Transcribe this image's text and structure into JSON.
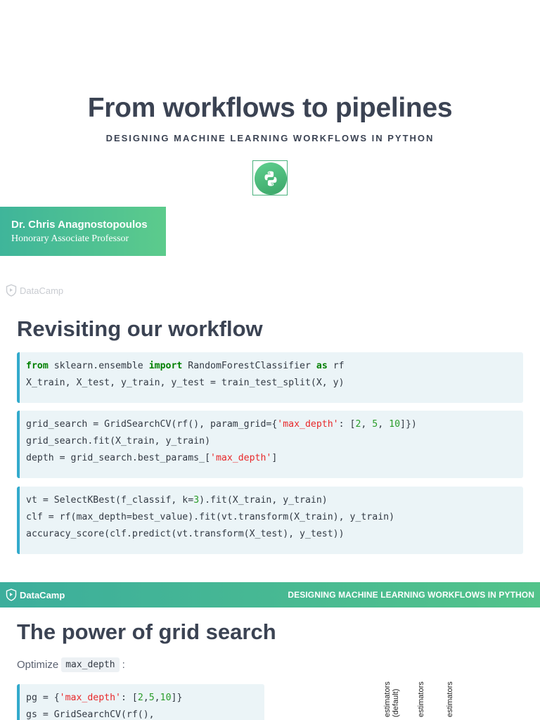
{
  "slide1": {
    "title": "From workflows to pipelines",
    "subtitle": "DESIGNING MACHINE LEARNING WORKFLOWS IN PYTHON",
    "author_name": "Dr. Chris Anagnostopoulos",
    "author_role": "Honorary Associate Professor",
    "logo_text": "DataCamp"
  },
  "slide2": {
    "title": "Revisiting our workflow",
    "code1": {
      "line1": {
        "kw1": "from",
        "t1": " sklearn.ensemble ",
        "kw2": "import",
        "t2": " RandomForestClassifier ",
        "kw3": "as",
        "t3": " rf"
      },
      "line2": "X_train, X_test, y_train, y_test = train_test_split(X, y)"
    },
    "code2": {
      "line1": {
        "t1": "grid_search = GridSearchCV(rf(), param_grid={",
        "s1": "'max_depth'",
        "t2": ": [",
        "n1": "2",
        "t3": ", ",
        "n2": "5",
        "t4": ", ",
        "n3": "10",
        "t5": "]})"
      },
      "line2": "grid_search.fit(X_train, y_train)",
      "line3": {
        "t1": "depth = grid_search.best_params_[",
        "s1": "'max_depth'",
        "t2": "]"
      }
    },
    "code3": {
      "line1": {
        "t1": "vt = SelectKBest(f_classif, k=",
        "n1": "3",
        "t2": ").fit(X_train, y_train)"
      },
      "line2": "clf = rf(max_depth=best_value).fit(vt.transform(X_train), y_train)",
      "line3": "accuracy_score(clf.predict(vt.transform(X_test), y_test))"
    }
  },
  "banner": {
    "logo_text": "DataCamp",
    "course_title": "DESIGNING MACHINE LEARNING WORKFLOWS IN PYTHON"
  },
  "slide3": {
    "title": "The power of grid search",
    "optimize_label": "Optimize",
    "optimize_code": "max_depth",
    "optimize_colon": ":",
    "code": {
      "line1": {
        "t1": "pg = {",
        "s1": "'max_depth'",
        "t2": ": [",
        "n1": "2",
        "t3": ",",
        "n2": "5",
        "t4": ",",
        "n3": "10",
        "t5": "]}"
      },
      "line2": "gs = GridSearchCV(rf(),"
    },
    "rotated_labels": {
      "label1_line1": "estimators",
      "label1_line2": "(default)",
      "label2": "estimators",
      "label3": "estimators"
    }
  },
  "colors": {
    "accent_green": "#52c38a",
    "accent_teal": "#3cae9c",
    "code_border": "#33aacc",
    "code_bg": "#ebf4f7",
    "keyword": "#008000",
    "string": "#e8282a",
    "number": "#2a9d2a"
  },
  "icons": [
    "python-logo-icon",
    "datacamp-shield-icon"
  ]
}
